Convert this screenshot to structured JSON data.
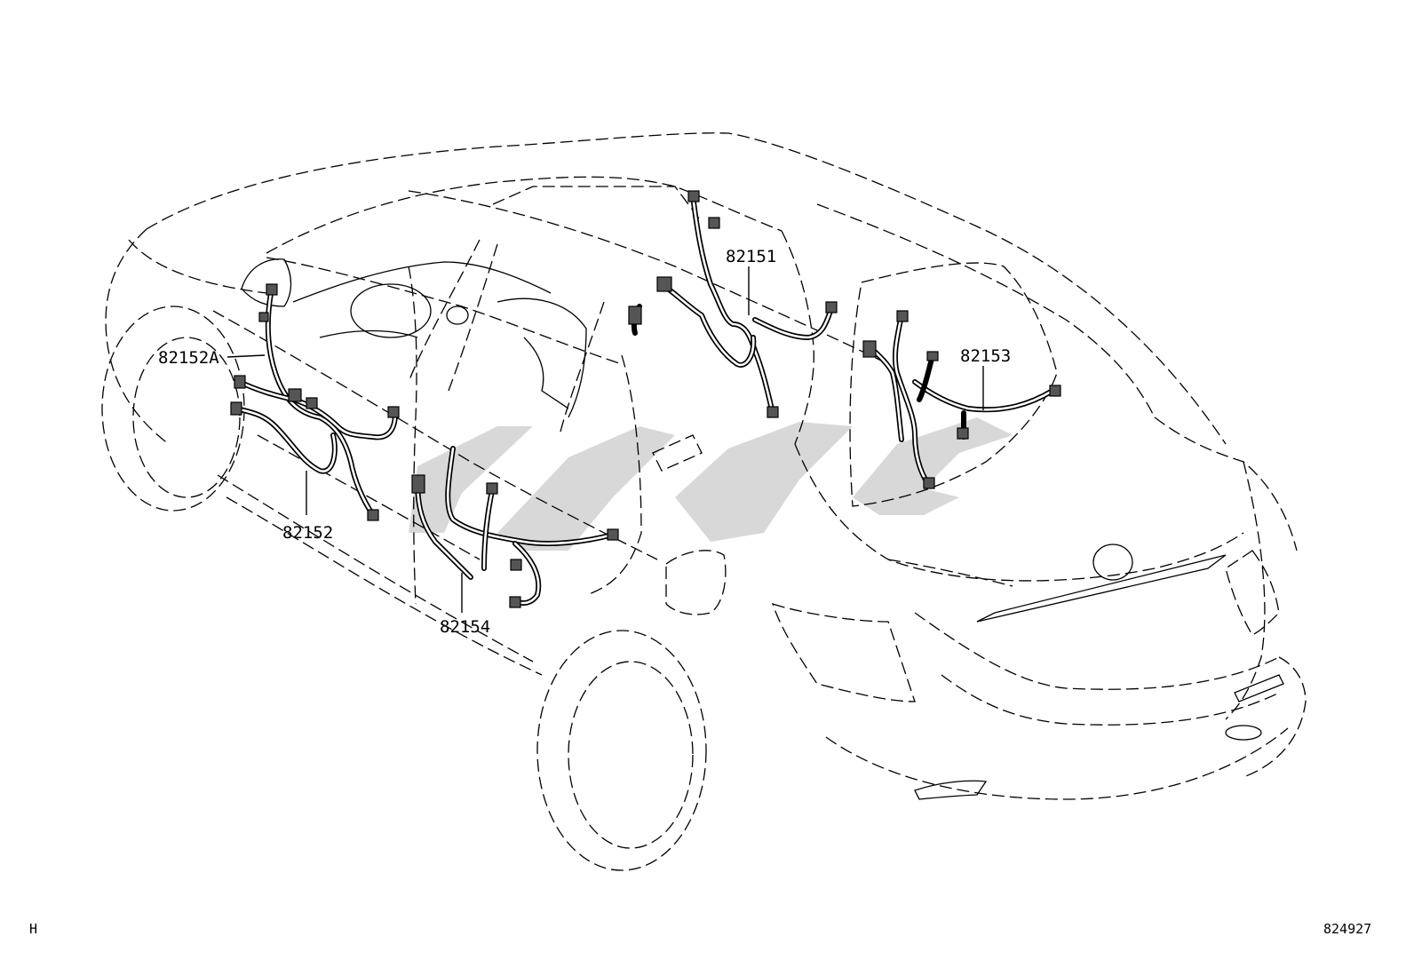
{
  "diagram": {
    "title": "",
    "part_labels": [
      {
        "id": "p82151",
        "text": "82151"
      },
      {
        "id": "p82152A",
        "text": "82152A"
      },
      {
        "id": "p82153",
        "text": "82153"
      },
      {
        "id": "p82152",
        "text": "82152"
      },
      {
        "id": "p82154",
        "text": "82154"
      }
    ],
    "corner_left": "H",
    "corner_right": "824927"
  },
  "colors": {
    "line": "#000000",
    "background": "#ffffff",
    "watermark": "#b8b8b8"
  }
}
